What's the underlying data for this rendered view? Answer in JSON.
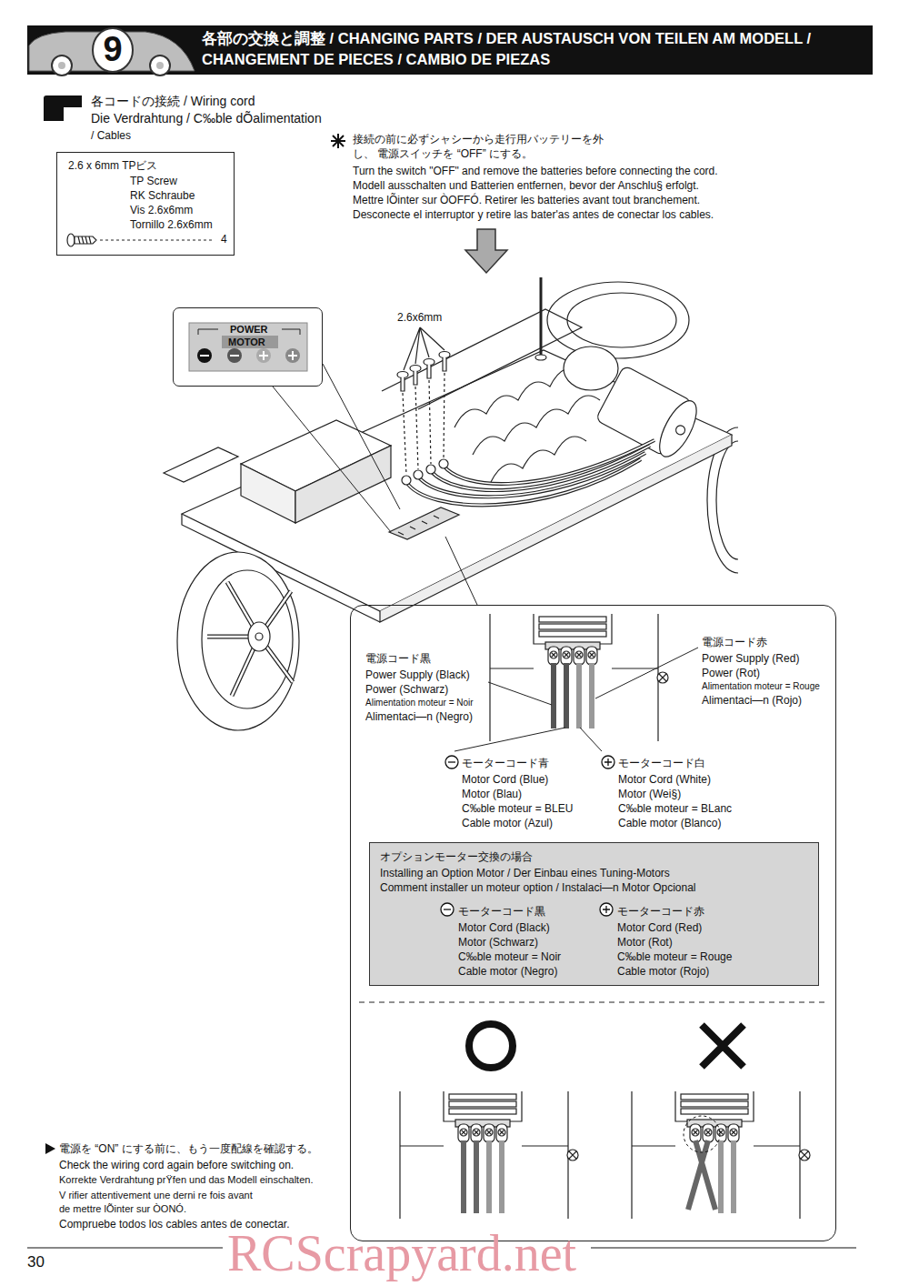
{
  "diagram": {
    "title": "各部の交換と調整 / CHANGING PARTS / DER AUSTAUSCH VON TEILEN AM MODELL / CHANGEMENT DE PIECES / CAMBIO DE PIEZAS",
    "nodes": [
      {
        "text": [
          "2.6 x 6mm TPビス",
          "TP Screw",
          "RK Schraube",
          "Vis 2.6x6mm",
          "Tornillo 2.6x6mm",
          "4"
        ]
      },
      {
        "text": [
          "POWER",
          "MOTOR"
        ]
      },
      {
        "text": [
          "電源コード黒",
          "Power Supply (Black)",
          "Power (Schwarz)",
          "Alimentation moteur = Noir",
          "Alimentaci—n (Negro)",
          "電源コード赤",
          "Power Supply (Red)",
          "Power (Rot)",
          "Alimentation moteur = Rouge",
          "Alimentaci—n (Rojo)",
          "モーターコード青",
          "Motor Cord (Blue)",
          "Motor (Blau)",
          "C‰ble moteur = BLEU",
          "Cable motor (Azul)",
          "モーターコード白",
          "Motor Cord (White)",
          "Motor (Wei§)",
          "C‰ble moteur = BLanc",
          "Cable motor (Blanco)"
        ]
      },
      {
        "text": [
          "オプションモーター交換の場合",
          "Installing an Option Motor / Der Einbau eines Tuning-Motors",
          "Comment installer un moteur option / Instalaci—n Motor Opcional",
          "モーターコード黒",
          "Motor Cord (Black)",
          "Motor (Schwarz)",
          "C‰ble moteur = Noir",
          "Cable motor (Negro)",
          "モーターコード赤",
          "Motor Cord (Red)",
          "Motor (Rot)",
          "C‰ble moteur = Rouge",
          "Cable motor (Rojo)"
        ],
        "in": 2
      }
    ],
    "labels": [
      "9",
      "各コードの接続 / Wiring cord",
      "Die Verdrahtung / C‰ble dÕalimentation",
      "/ Cables",
      "接続の前に必ずシャシーから走行用バッテリーを外し、 電源スイッチを “OFF” にする。",
      "Turn the switch \"OFF\" and remove the batteries before connecting the cord.",
      "Modell ausschalten und Batterien entfernen, bevor der Anschlu§ erfolgt.",
      "Mettre lÕinter sur ÒOFFÓ. Retirer les batteries avant tout branchement.",
      "Desconecte el interruptor y retire las bater'as antes de conectar los cables.",
      "2.6x6mm",
      "電源を “ON” にする前に、もう一度配線を確認する。",
      "Check the wiring cord again before switching on.",
      "Korrekte Verdrahtung prŸfen und das Modell einschalten.",
      "V rifier attentivement une derni re fois avant de mettre lÕinter sur ÒONÓ.",
      "Compruebe todos los cables antes de conectar.",
      "30",
      "RCScrapyard.net"
    ]
  }
}
